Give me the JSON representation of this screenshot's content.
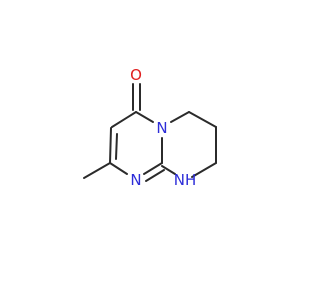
{
  "molecule": {
    "atoms": {
      "oxygen": {
        "symbol": "O",
        "color": "#e01f1f"
      },
      "ring_n": {
        "symbol": "N",
        "color": "#2d2dd8"
      },
      "imine_n": {
        "symbol": "N",
        "color": "#2d2dd8"
      },
      "amine_nh": {
        "symbol": "NH",
        "color": "#2d2dd8"
      }
    },
    "bond_color": "#2b2b2b"
  }
}
